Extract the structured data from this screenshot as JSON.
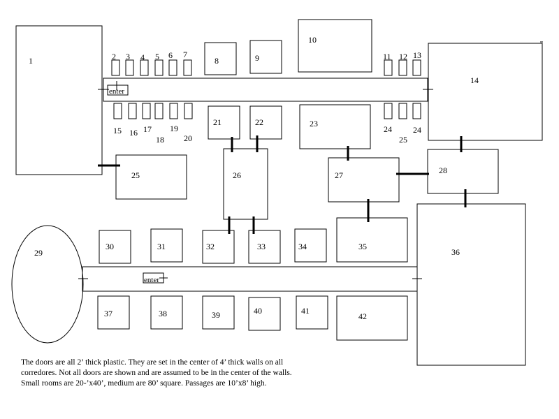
{
  "rooms": [
    {
      "label": "1"
    },
    {
      "label": "2"
    },
    {
      "label": "3"
    },
    {
      "label": "4"
    },
    {
      "label": "5"
    },
    {
      "label": "6"
    },
    {
      "label": "7"
    },
    {
      "label": "8"
    },
    {
      "label": "9"
    },
    {
      "label": "10"
    },
    {
      "label": "11"
    },
    {
      "label": "12"
    },
    {
      "label": "13"
    },
    {
      "label": "14"
    },
    {
      "label": "15"
    },
    {
      "label": "16"
    },
    {
      "label": "17"
    },
    {
      "label": "18"
    },
    {
      "label": "19"
    },
    {
      "label": "20"
    },
    {
      "label": "21"
    },
    {
      "label": "22"
    },
    {
      "label": "23"
    },
    {
      "label": "24"
    },
    {
      "label": "25"
    },
    {
      "label": "24"
    },
    {
      "label": "25"
    },
    {
      "label": "26"
    },
    {
      "label": "27"
    },
    {
      "label": "28"
    },
    {
      "label": "29"
    },
    {
      "label": "30"
    },
    {
      "label": "31"
    },
    {
      "label": "32"
    },
    {
      "label": "33"
    },
    {
      "label": "34"
    },
    {
      "label": "35"
    },
    {
      "label": "36"
    },
    {
      "label": "37"
    },
    {
      "label": "38"
    },
    {
      "label": "39"
    },
    {
      "label": "40"
    },
    {
      "label": "41"
    },
    {
      "label": "42"
    }
  ],
  "entrances": [
    {
      "label": "enter"
    },
    {
      "label": "enter"
    }
  ],
  "notes": [
    "The doors are all 2’ thick plastic. They are set in the center of 4’ thick walls on all",
    "corredores. Not all doors are shown and are assumed to be in the center of the walls.",
    "Small rooms are 20-’x40’, medium are 80’ square. Passages are 10’x8’ high."
  ],
  "colors": {
    "line": "#000000",
    "background": "#ffffff"
  }
}
